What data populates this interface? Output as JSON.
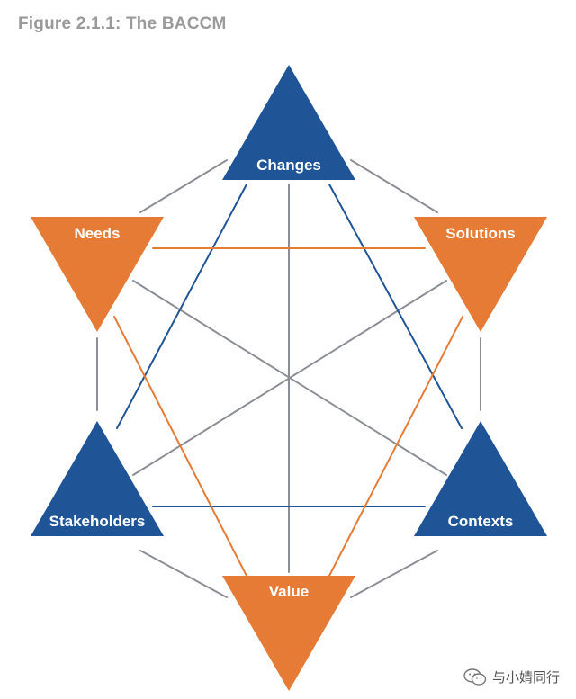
{
  "figure": {
    "title": "Figure 2.1.1: The BACCM"
  },
  "colors": {
    "blue": "#1f5596",
    "orange": "#e57b35",
    "gray": "#8b8f95"
  },
  "nodes": {
    "changes": "Changes",
    "solutions": "Solutions",
    "contexts": "Contexts",
    "value": "Value",
    "stakeholders": "Stakeholders",
    "needs": "Needs"
  },
  "watermark": {
    "text": "与小婧同行",
    "icon": "wechat-icon"
  }
}
